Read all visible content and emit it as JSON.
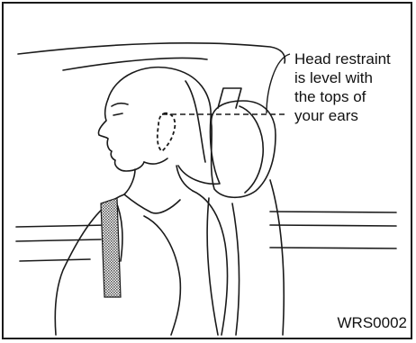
{
  "illustration": {
    "subject": "person-seated-with-head-restraint",
    "callout_lines": [
      "Head restraint",
      "is level with",
      "the tops of",
      "your ears"
    ],
    "figure_code": "WRS0002"
  },
  "colors": {
    "line": "#1a1a1a",
    "background": "#ffffff",
    "hatch": "#555555"
  }
}
